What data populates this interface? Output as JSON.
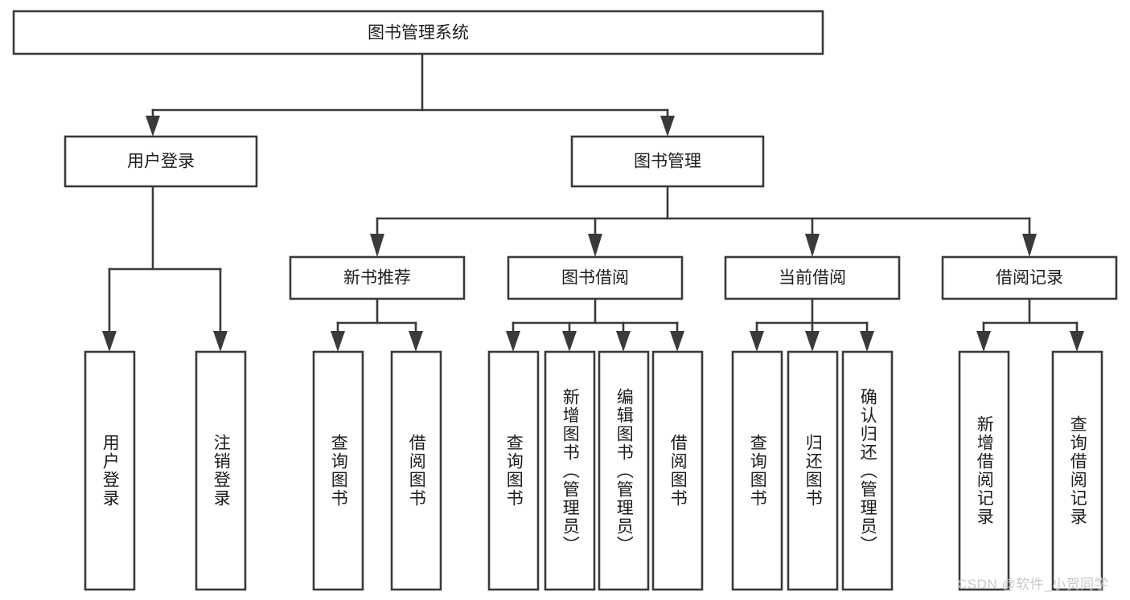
{
  "diagram": {
    "type": "tree-hierarchy",
    "title": "图书管理系统",
    "orientation": "top-down",
    "colors": {
      "box_stroke": "#3a3a3a",
      "box_fill": "#ffffff",
      "text": "#1c1c1c",
      "background": "#ffffff",
      "watermark": "#c9c9c9"
    },
    "nodes": {
      "root": {
        "label": "图书管理系统",
        "level": 0
      },
      "level1": [
        {
          "id": "user-login",
          "label": "用户登录"
        },
        {
          "id": "book-manage",
          "label": "图书管理"
        }
      ],
      "level2": [
        {
          "id": "new-book-recommend",
          "label": "新书推荐",
          "parent": "book-manage"
        },
        {
          "id": "book-borrow",
          "label": "图书借阅",
          "parent": "book-manage"
        },
        {
          "id": "current-borrow",
          "label": "当前借阅",
          "parent": "book-manage"
        },
        {
          "id": "borrow-record",
          "label": "借阅记录",
          "parent": "book-manage"
        }
      ],
      "leaves": [
        {
          "id": "leaf-user-login",
          "label": "用户登录",
          "parent": "user-login"
        },
        {
          "id": "leaf-logout-login",
          "label": "注销登录",
          "parent": "user-login"
        },
        {
          "id": "leaf-query-book-1",
          "label": "查询图书",
          "parent": "new-book-recommend"
        },
        {
          "id": "leaf-borrow-book-1",
          "label": "借阅图书",
          "parent": "new-book-recommend"
        },
        {
          "id": "leaf-query-book-2",
          "label": "查询图书",
          "parent": "book-borrow"
        },
        {
          "id": "leaf-add-book",
          "label": "新增图书（管理员）",
          "parent": "book-borrow"
        },
        {
          "id": "leaf-edit-book",
          "label": "编辑图书（管理员）",
          "parent": "book-borrow"
        },
        {
          "id": "leaf-borrow-book-2",
          "label": "借阅图书",
          "parent": "book-borrow"
        },
        {
          "id": "leaf-query-book-3",
          "label": "查询图书",
          "parent": "current-borrow"
        },
        {
          "id": "leaf-return-book",
          "label": "归还图书",
          "parent": "current-borrow"
        },
        {
          "id": "leaf-confirm-return",
          "label": "确认归还（管理员）",
          "parent": "current-borrow"
        },
        {
          "id": "leaf-add-record",
          "label": "新增借阅记录",
          "parent": "borrow-record"
        },
        {
          "id": "leaf-query-record",
          "label": "查询借阅记录",
          "parent": "borrow-record"
        }
      ]
    }
  },
  "watermark": {
    "text": "CSDN @软件_小贺同学"
  }
}
